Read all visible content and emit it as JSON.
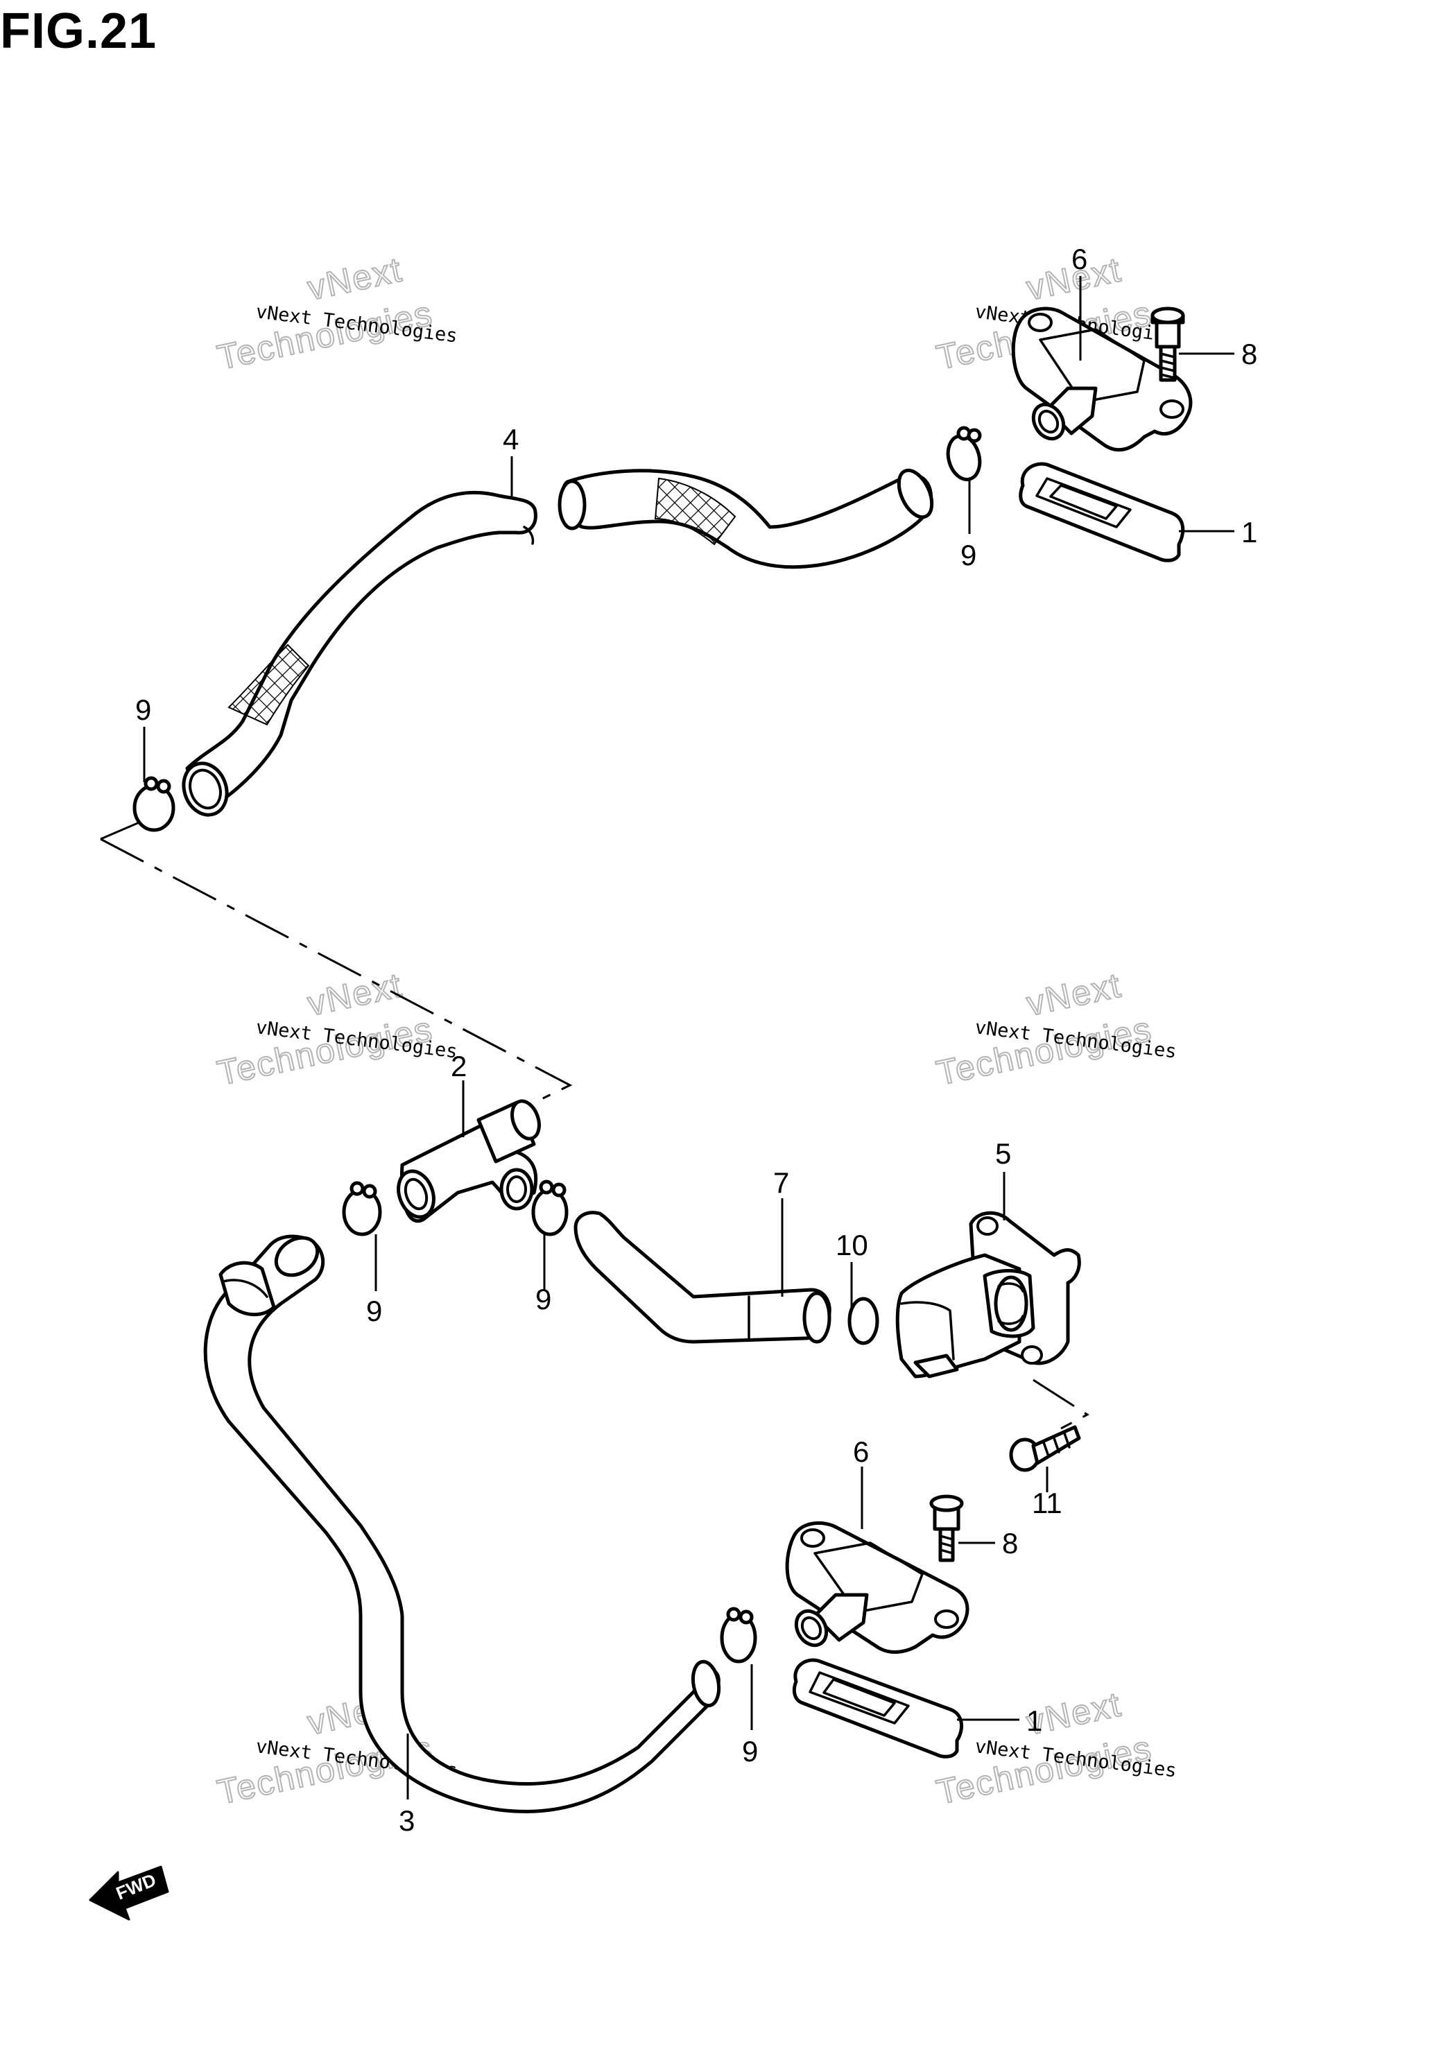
{
  "figure": {
    "title": "FIG.21"
  },
  "watermark": {
    "line1": "vNext Technologies",
    "big1": "vNext",
    "big2": "Technologies"
  },
  "fwd_label": "FWD",
  "callouts": {
    "c1a": "1",
    "c1b": "1",
    "c2": "2",
    "c3": "3",
    "c4": "4",
    "c5": "5",
    "c6a": "6",
    "c6b": "6",
    "c7": "7",
    "c8a": "8",
    "c8b": "8",
    "c9a": "9",
    "c9b": "9",
    "c9c": "9",
    "c9d": "9",
    "c9e": "9",
    "c10": "10",
    "c11": "11"
  }
}
